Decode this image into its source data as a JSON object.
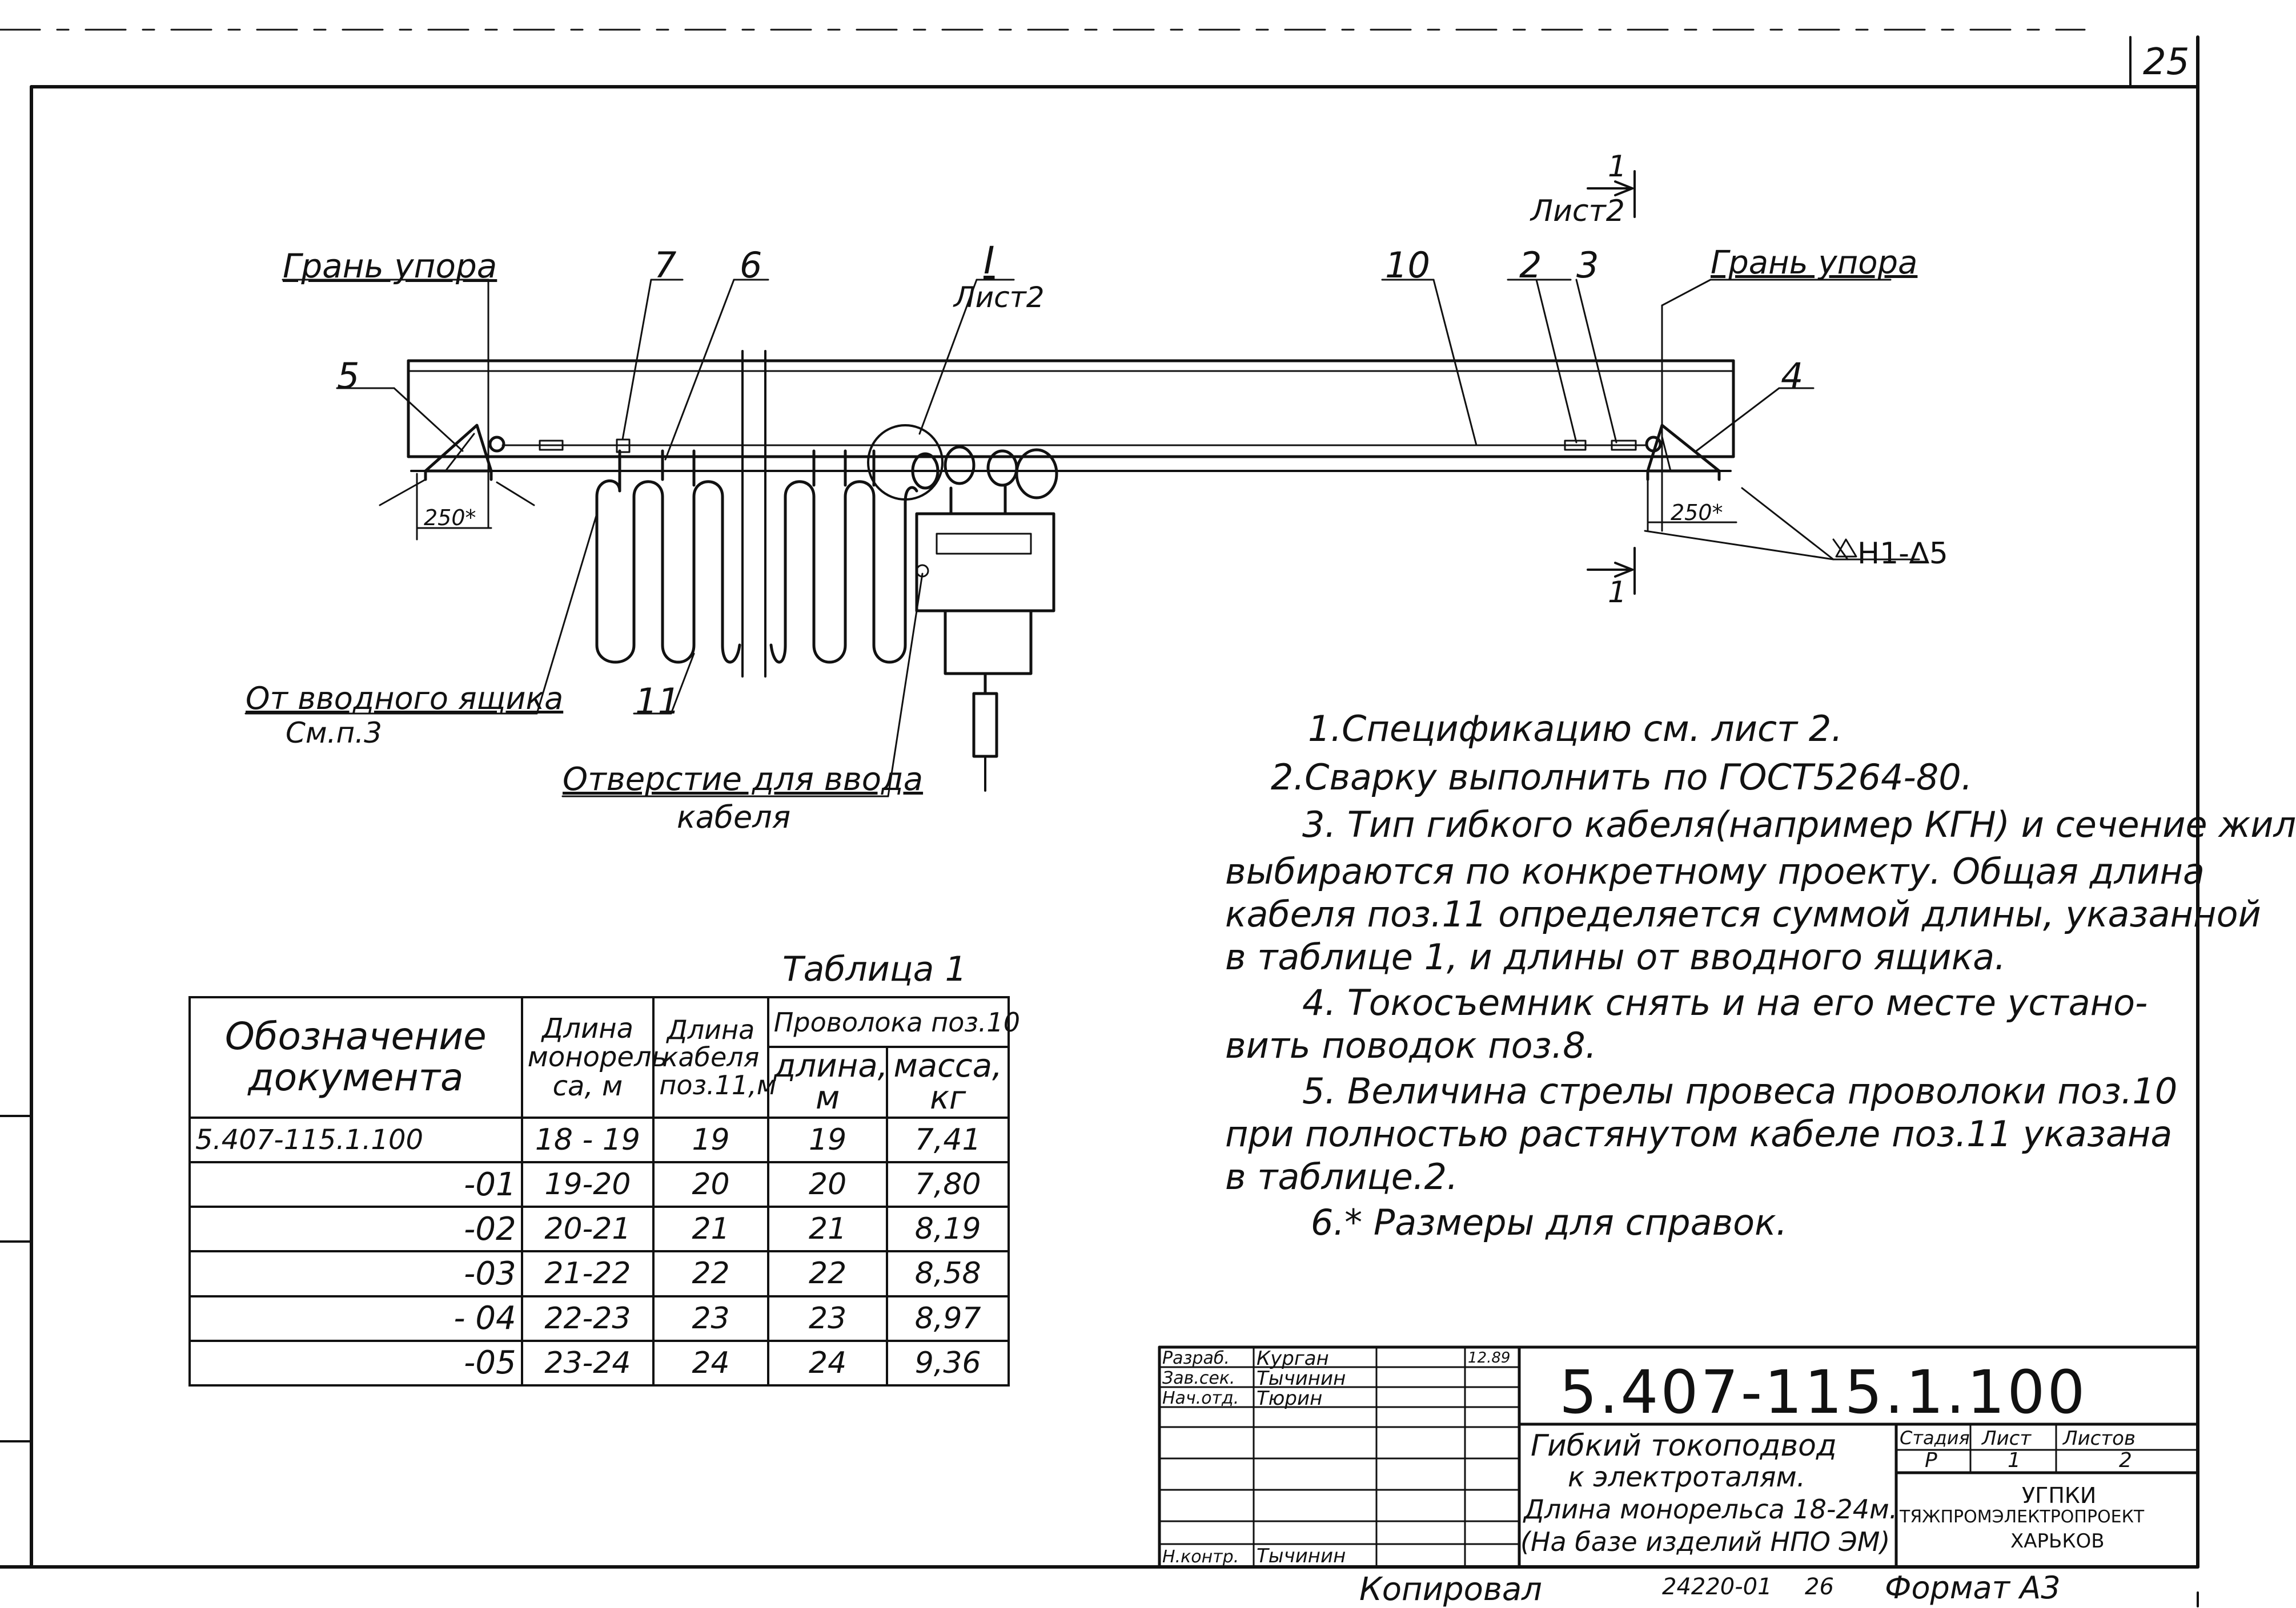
{
  "sheet": {
    "page_number": "25",
    "copied_by_label": "Копировал",
    "archive_number": "24220-01",
    "copy_number": "26",
    "format": "Формат А3"
  },
  "drawing": {
    "label_face_left": "Грань упора",
    "label_face_right": "Грань упора",
    "pos_5": "5",
    "pos_4": "4",
    "pos_7": "7",
    "pos_6": "6",
    "pos_10": "10",
    "pos_2": "2",
    "pos_3": "3",
    "pos_11": "11",
    "node_I": "I",
    "node_I_sheet": "Лист2",
    "section_top_num": "1",
    "section_top_sheet": "Лист2",
    "section_bottom_num": "1",
    "dim_left": "250*",
    "dim_right": "250*",
    "weld_mark": "H1-∆5",
    "from_box_line1": "От вводного ящика",
    "from_box_line2": "См.п.3",
    "hole_line1": "Отверстие для ввода",
    "hole_line2": "кабеля"
  },
  "notes": [
    "1.Спецификацию  см. лист 2.",
    "2.Сварку выполнить по ГОСТ5264-80.",
    "3. Тип гибкого кабеля(например КГН) и сечение жил",
    "выбираются по конкретному проекту. Общая длина",
    "кабеля поз.11 определяется суммой длины, указанной",
    "в таблице 1, и  длины от вводного ящика.",
    "4. Токосъемник снять и на его месте устано-",
    "вить поводок поз.8.",
    "5. Величина стрелы провеса проволоки поз.10",
    "при  полностью растянутом кабеле поз.11 указана",
    "в таблице.2.",
    "6.* Размеры для справок."
  ],
  "table1": {
    "caption": "Таблица 1",
    "col_designation": "Обозначение документа",
    "col_rail_length": "Длина монорель са,  м",
    "col_cable_length": "Длина кабеля поз.11,м",
    "col_wire": "Проволока поз.10",
    "col_wire_length": "длина, м",
    "col_wire_mass": "масса, кг",
    "rows": [
      {
        "doc": "5.407-115.1.100",
        "rail": "18 - 19",
        "cable": "19",
        "wire_len": "19",
        "wire_mass": "7,41"
      },
      {
        "doc": "-01",
        "rail": "19-20",
        "cable": "20",
        "wire_len": "20",
        "wire_mass": "7,80"
      },
      {
        "doc": "-02",
        "rail": "20-21",
        "cable": "21",
        "wire_len": "21",
        "wire_mass": "8,19"
      },
      {
        "doc": "-03",
        "rail": "21-22",
        "cable": "22",
        "wire_len": "22",
        "wire_mass": "8,58"
      },
      {
        "doc": "- 04",
        "rail": "22-23",
        "cable": "23",
        "wire_len": "23",
        "wire_mass": "8,97"
      },
      {
        "doc": "-05",
        "rail": "23-24",
        "cable": "24",
        "wire_len": "24",
        "wire_mass": "9,36"
      }
    ]
  },
  "title_block": {
    "designation": "5.407-115.1.100",
    "role_developer": "Разраб.",
    "name_developer": "Курган",
    "date_developer": "12.89",
    "role_head_sector": "Зав.сек.",
    "name_head_sector": "Тычинин",
    "role_head_dept": "Нач.отд.",
    "name_head_dept": "Тюрин",
    "role_norm_control": "Н.контр.",
    "name_norm_control": "Тычинин",
    "title_line1": "Гибкий токоподвод",
    "title_line2": "к электроталям.",
    "title_line3": "Длина монорельса 18-24м.",
    "title_line4": "(На базе изделий НПО ЭМ)",
    "stage_label": "Стадия",
    "sheet_label": "Лист",
    "sheets_label": "Листов",
    "stage_value": "Р",
    "sheet_value": "1",
    "sheets_value": "2",
    "org_line1": "УГПКИ",
    "org_line2": "ТЯЖПРОМЭЛЕКТРОПРОЕКТ",
    "org_line3": "ХАРЬКОВ"
  }
}
